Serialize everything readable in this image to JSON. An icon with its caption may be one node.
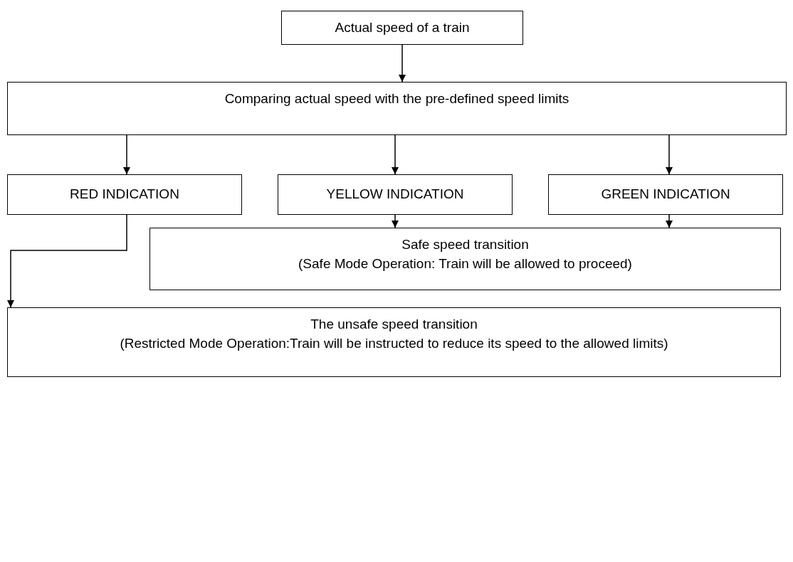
{
  "diagram": {
    "nodes": [
      {
        "text": [
          "Actual speed of a train"
        ]
      },
      {
        "text": [
          "Comparing actual speed with the pre-defined speed limits"
        ]
      },
      {
        "text": [
          "RED INDICATION"
        ]
      },
      {
        "text": [
          "YELLOW INDICATION"
        ]
      },
      {
        "text": [
          "GREEN INDICATION"
        ]
      },
      {
        "text": [
          "Safe speed transition",
          "(Safe Mode Operation: Train will be allowed to proceed)"
        ]
      },
      {
        "text": [
          "The unsafe speed transition",
          "(Restricted Mode Operation:Train will be instructed to reduce its speed to the allowed limits)"
        ]
      }
    ],
    "edges": [
      {
        "from": 0,
        "to": 1,
        "arrow": "to"
      },
      {
        "from": 1,
        "to": 2,
        "arrow": "to"
      },
      {
        "from": 1,
        "to": 3,
        "arrow": "to"
      },
      {
        "from": 1,
        "to": 4,
        "arrow": "to"
      },
      {
        "from": 3,
        "to": 5,
        "arrow": "to"
      },
      {
        "from": 4,
        "to": 5,
        "arrow": "to"
      },
      {
        "from": 2,
        "to": 6,
        "arrow": "to"
      }
    ]
  }
}
